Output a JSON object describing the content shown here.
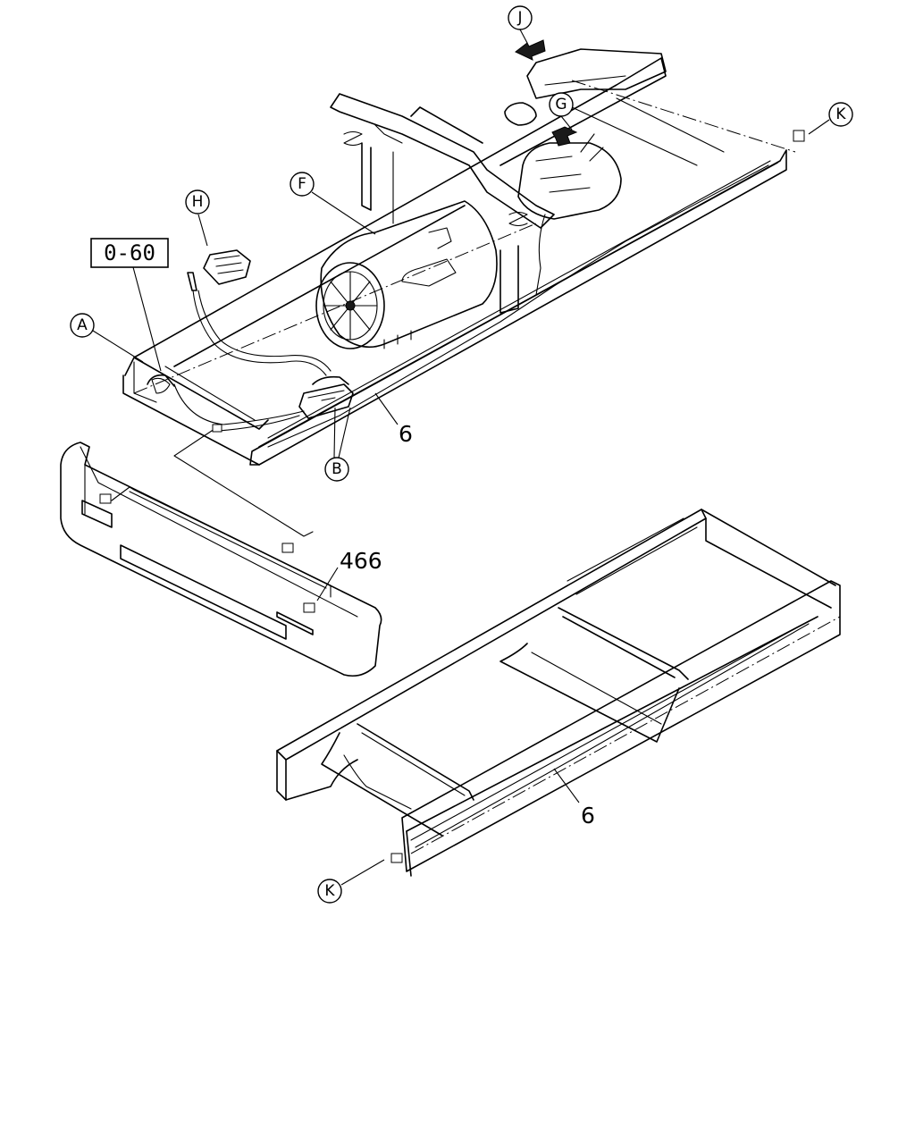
{
  "callouts": {
    "J": "J",
    "G": "G",
    "K_top": "K",
    "F": "F",
    "H": "H",
    "A": "A",
    "B": "B",
    "K_bottom": "K"
  },
  "reference": {
    "box_label": "0-60"
  },
  "part_numbers": {
    "harness_upper": "6",
    "bumper_harness": "466",
    "harness_lower": "6"
  }
}
